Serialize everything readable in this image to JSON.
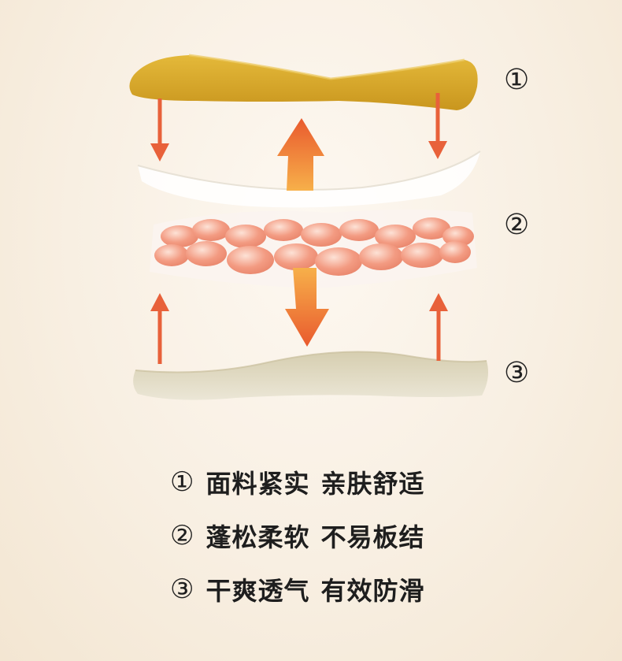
{
  "layers": [
    {
      "marker": "①"
    },
    {
      "marker": "②"
    },
    {
      "marker": "③"
    }
  ],
  "features": [
    {
      "num": "①",
      "part1": "面料紧实",
      "part2": "亲肤舒适"
    },
    {
      "num": "②",
      "part1": "蓬松柔软",
      "part2": "不易板结"
    },
    {
      "num": "③",
      "part1": "干爽透气",
      "part2": "有效防滑"
    }
  ],
  "colors": {
    "top_layer": "#d9ab2c",
    "foam": "#f0a38e",
    "arrow": "#e8613a",
    "bottom_layer": "#ddd6bd"
  }
}
